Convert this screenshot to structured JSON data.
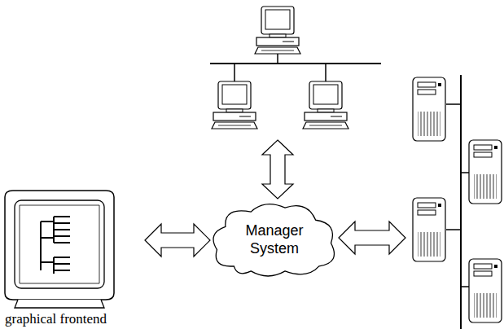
{
  "diagram": {
    "nodes": [
      {
        "text": [
          "graphical frontend"
        ]
      },
      {
        "text": [
          "Manager System"
        ]
      }
    ],
    "edges": [
      {
        "from": 0,
        "to": 1,
        "arrow": "both"
      }
    ]
  }
}
